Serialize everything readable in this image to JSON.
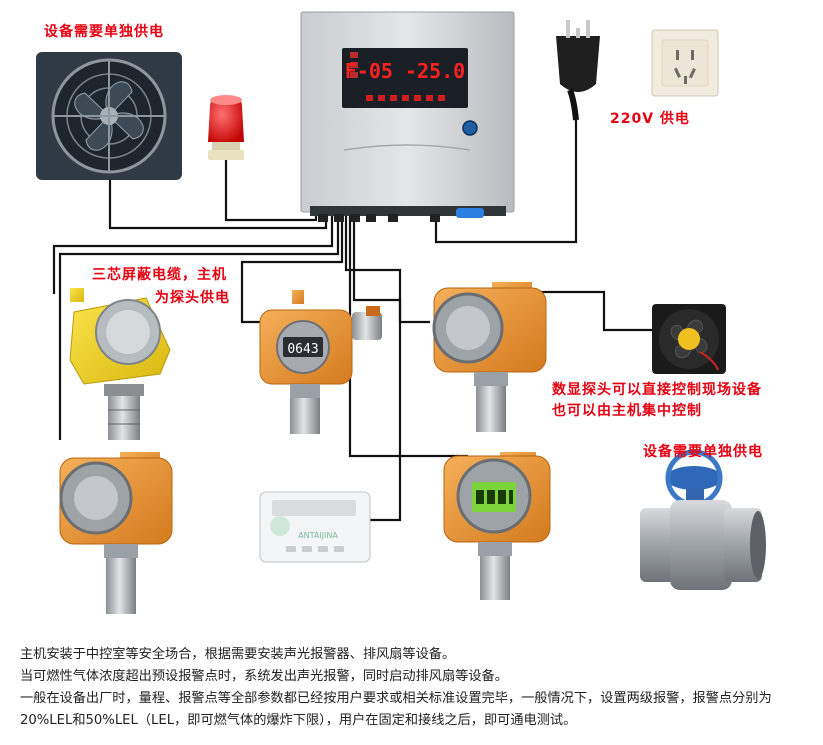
{
  "labels": {
    "fan_power": "设备需要单独供电",
    "mains_power": "220V 供电",
    "cable_note_line1": "三芯屏蔽电缆，主机",
    "cable_note_line2": "为探头供电",
    "probe_control_line1": "数显探头可以直接控制现场设备",
    "probe_control_line2": "也可以由主机集中控制",
    "valve_power": "设备需要单独供电"
  },
  "controller": {
    "display_text": "F-05 -25.0"
  },
  "probe_display": "0643",
  "brand_watermark": "ANTAIJINA",
  "notes": [
    "主机安装于中控室等安全场合，根据需要安装声光报警器、排风扇等设备。",
    "当可燃性气体浓度超出预设报警点时，系统发出声光报警，同时启动排风扇等设备。",
    "一般在设备出厂时，量程、报警点等全部参数都已经按用户要求或相关标准设置完毕，一般情况下，设置两级报警，报警点分别为20%LEL和50%LEL（LEL，即可燃气体的爆炸下限），用户在固定和接线之后，即可通电测试。"
  ],
  "colors": {
    "label_red": "#e60012",
    "display_red": "#ff2020",
    "display_green": "#7dd33a",
    "probe_orange": "#e8912e",
    "probe_yellow": "#f0d020",
    "cable": "#111111"
  }
}
